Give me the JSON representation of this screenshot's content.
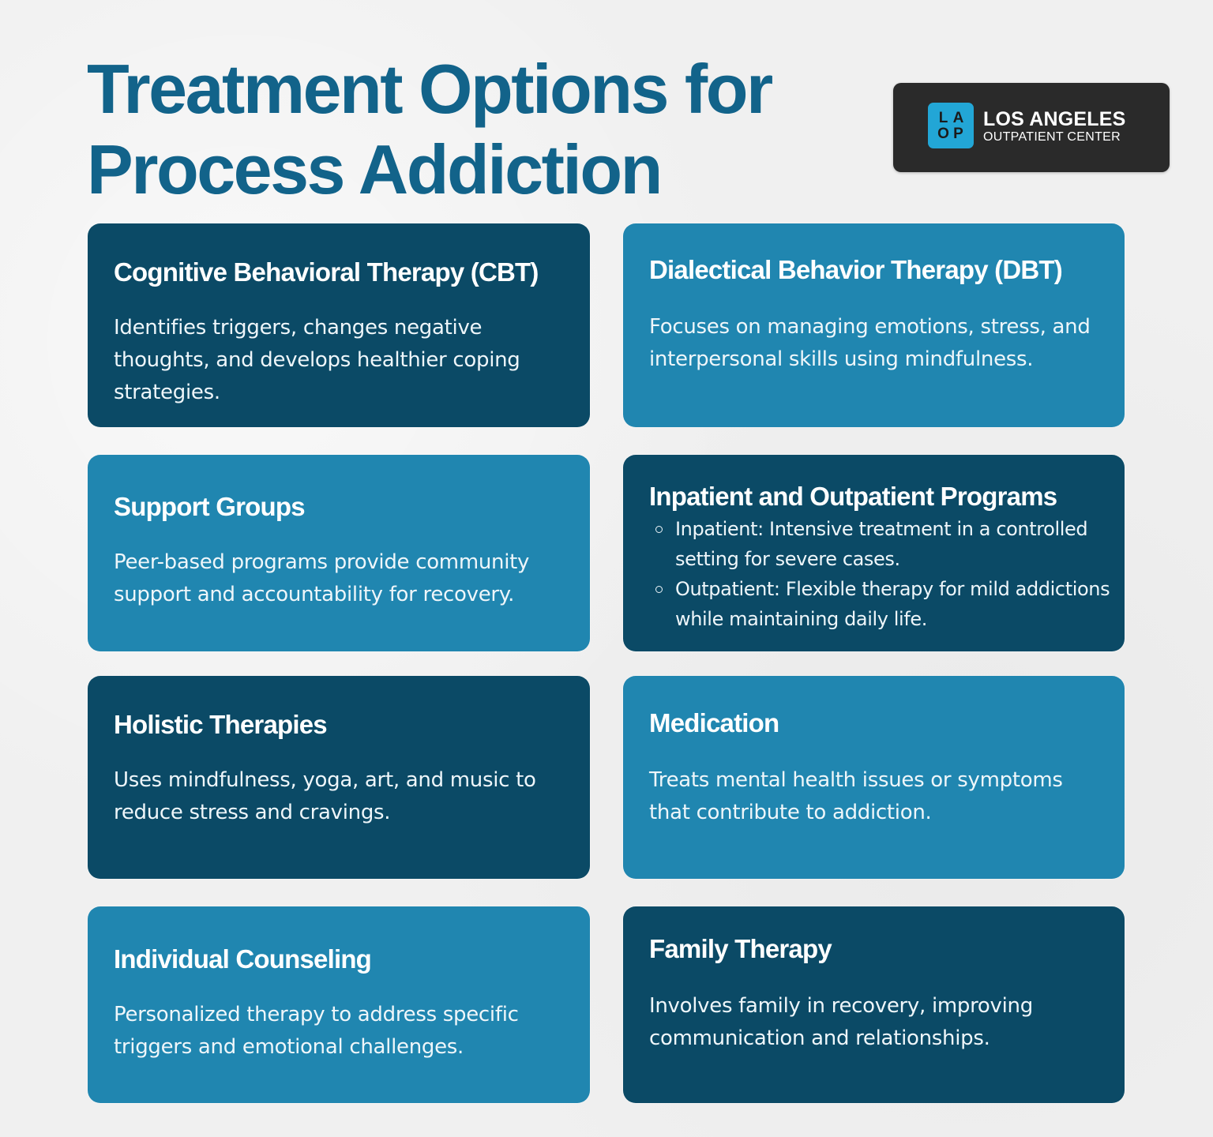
{
  "header": {
    "title_line1": "Treatment Options for",
    "title_line2": "Process Addiction"
  },
  "logo": {
    "mark": [
      "L",
      "A",
      "O",
      "P"
    ],
    "name": "LOS ANGELES",
    "subtitle": "OUTPATIENT CENTER"
  },
  "colors": {
    "title": "#12638a",
    "card_dark": "#0b4a66",
    "card_light": "#2086b0",
    "logo_bg": "#2a2a2a",
    "logo_mark": "#22a6d6",
    "background": "#f0f0f0"
  },
  "cards": [
    {
      "title": "Cognitive Behavioral Therapy (CBT)",
      "description": "Identifies triggers, changes negative thoughts, and develops healthier coping strategies.",
      "style": "dark"
    },
    {
      "title": "Dialectical Behavior Therapy (DBT)",
      "description": "Focuses on managing emotions, stress, and interpersonal skills using mindfulness.",
      "style": "light"
    },
    {
      "title": "Support Groups",
      "description": "Peer-based programs provide community support and accountability for recovery.",
      "style": "light"
    },
    {
      "title": "Inpatient and Outpatient Programs",
      "bullets": [
        "Inpatient: Intensive treatment in a controlled setting for severe cases.",
        "Outpatient: Flexible therapy for mild addictions while maintaining daily life."
      ],
      "style": "dark"
    },
    {
      "title": "Holistic Therapies",
      "description": "Uses mindfulness, yoga, art, and music to reduce stress and cravings.",
      "style": "dark"
    },
    {
      "title": "Medication",
      "description": "Treats mental health issues or symptoms that contribute to addiction.",
      "style": "light"
    },
    {
      "title": "Individual Counseling",
      "description": "Personalized therapy to address specific triggers and emotional challenges.",
      "style": "light"
    },
    {
      "title": "Family Therapy",
      "description": "Involves family in recovery, improving communication and relationships.",
      "style": "dark"
    }
  ]
}
